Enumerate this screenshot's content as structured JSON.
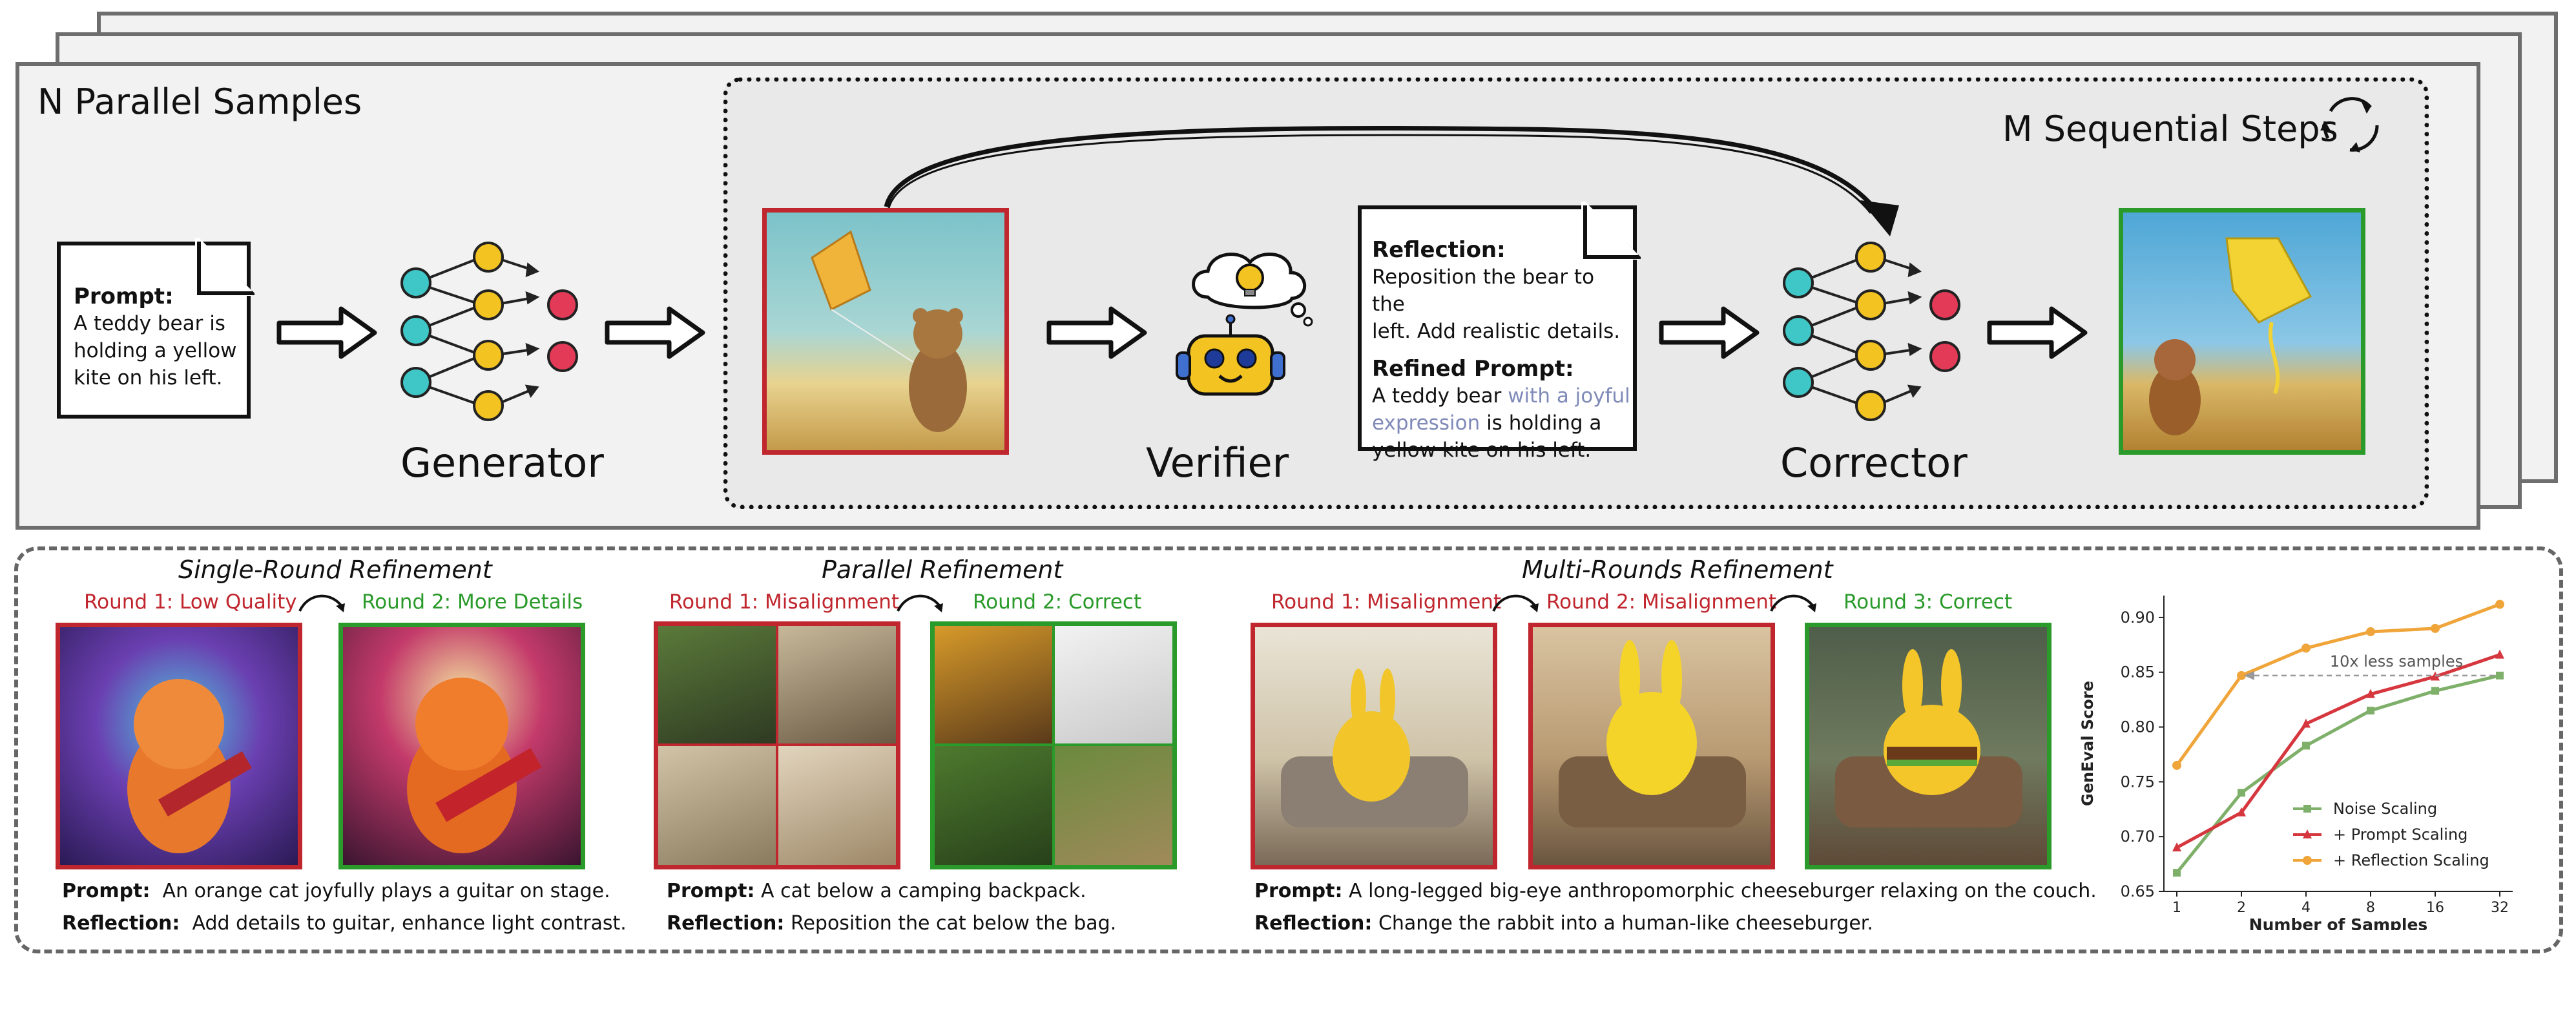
{
  "top": {
    "n_parallel_label": "N Parallel Samples",
    "m_sequential_label": "M Sequential Steps",
    "generator_label": "Generator",
    "verifier_label": "Verifier",
    "corrector_label": "Corrector",
    "prompt_title": "Prompt:",
    "prompt_lines": [
      "A teddy bear is",
      "holding a yellow",
      "kite on his left."
    ],
    "reflection_title": "Reflection:",
    "reflection_lines": [
      "Reposition the bear to the",
      "left. Add realistic details."
    ],
    "refined_title": "Refined Prompt:",
    "refined_line1_a": "A teddy bear ",
    "refined_line1_b": "with a joyful",
    "refined_line2_a": "expression",
    "refined_line2_b": " is holding a",
    "refined_line3": "yellow kite on his left."
  },
  "bottom": {
    "single": {
      "title": "Single-Round Refinement",
      "round1": "Round 1: Low Quality",
      "round2": "Round 2: More Details",
      "prompt_label": "Prompt:",
      "prompt_text": "An orange cat joyfully plays a guitar on stage.",
      "reflection_label": "Reflection:",
      "reflection_text": "Add details to guitar, enhance light contrast."
    },
    "parallel": {
      "title": "Parallel Refinement",
      "round1": "Round 1: Misalignment",
      "round2": "Round 2: Correct",
      "prompt_label": "Prompt:",
      "prompt_text": "A cat below a camping backpack.",
      "reflection_label": "Reflection:",
      "reflection_text": "Reposition the cat below the bag."
    },
    "multi": {
      "title": "Multi-Rounds Refinement",
      "round1": "Round 1: Misalignment",
      "round2": "Round 2: Misalignment",
      "round3": "Round 3: Correct",
      "prompt_label": "Prompt:",
      "prompt_text": "A long-legged big-eye anthropomorphic cheeseburger relaxing on the couch.",
      "reflection_label": "Reflection:",
      "reflection_text": "Change the rabbit into a human-like cheeseburger."
    }
  },
  "colors": {
    "red": "#c0262d",
    "green": "#2a9a2a",
    "orange": "#f0a53a",
    "noise": "#7fb06a",
    "prompt": "#d6373f"
  },
  "chart_data": {
    "type": "line",
    "xlabel": "Number of Samples",
    "ylabel": "GenEval Score",
    "x": [
      "1",
      "2",
      "4",
      "8",
      "16",
      "32"
    ],
    "ylim": [
      0.65,
      0.92
    ],
    "yticks": [
      "0.65",
      "0.70",
      "0.75",
      "0.80",
      "0.85",
      "0.90"
    ],
    "series": [
      {
        "name": "Noise Scaling",
        "color": "#7fb06a",
        "marker": "square",
        "values": [
          0.667,
          0.74,
          0.783,
          0.815,
          0.833,
          0.847
        ]
      },
      {
        "name": "+ Prompt Scaling",
        "color": "#d6373f",
        "marker": "triangle",
        "values": [
          0.69,
          0.722,
          0.803,
          0.83,
          0.846,
          0.866
        ]
      },
      {
        "name": "+ Reflection Scaling",
        "color": "#f0a53a",
        "marker": "circle",
        "values": [
          0.765,
          0.847,
          0.872,
          0.887,
          0.89,
          0.912
        ]
      }
    ],
    "annotation": "10x less samples",
    "legend": "bottom-right"
  }
}
